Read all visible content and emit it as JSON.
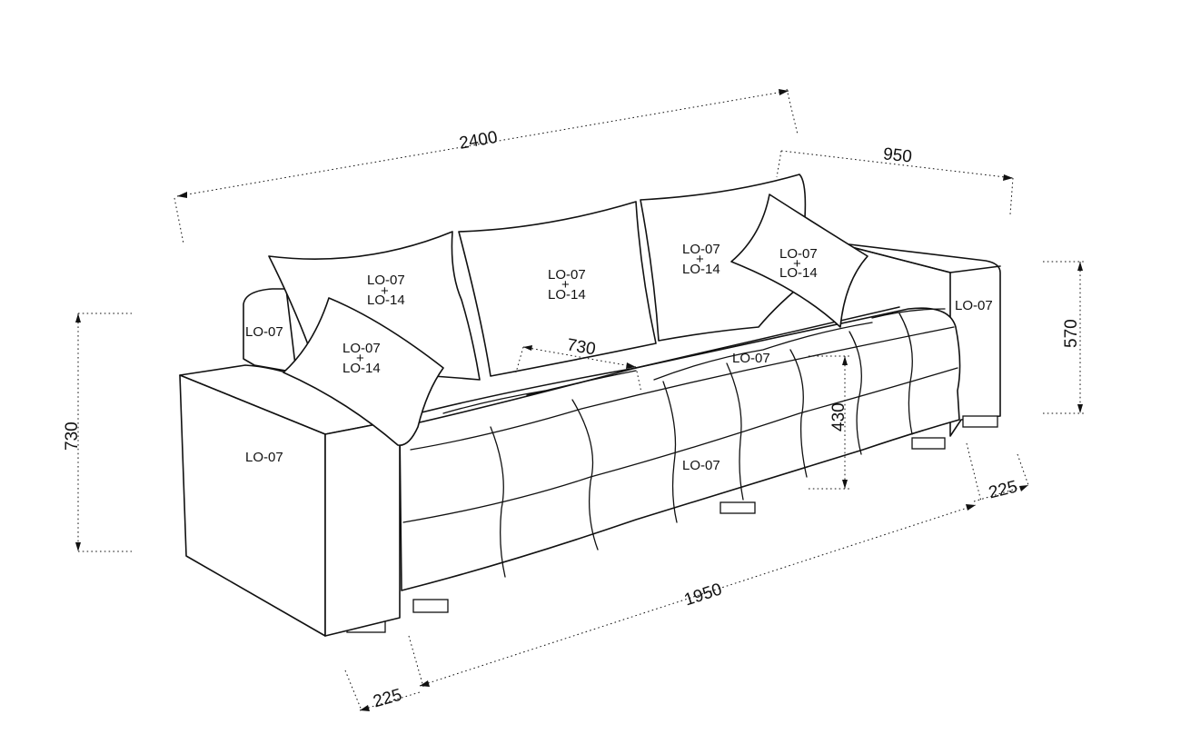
{
  "dimensions": {
    "overall_width": "2400",
    "depth": "950",
    "height": "730",
    "back_height": "570",
    "seat_depth": "730",
    "seat_height": "430",
    "armrest_right": "225",
    "seat_width": "1950",
    "armrest_left": "225"
  },
  "labels": {
    "pillow_1_top": "LO-07",
    "pillow_1_bottom": "LO-14",
    "pillow_2_top": "LO-07",
    "pillow_2_bottom": "LO-14",
    "pillow_3_top": "LO-07",
    "pillow_3_bottom": "LO-14",
    "pillow_4_top": "LO-07",
    "pillow_4_bottom": "LO-14",
    "pillow_5_top": "LO-07",
    "pillow_5_bottom": "LO-14",
    "left_back_arm": "LO-07",
    "left_arm_front": "LO-07",
    "right_arm": "LO-07",
    "seat_back": "LO-07",
    "seat_front": "LO-07"
  },
  "symbols": {
    "plus": "+"
  },
  "colors": {
    "ink": "#111111",
    "paper": "#ffffff"
  }
}
